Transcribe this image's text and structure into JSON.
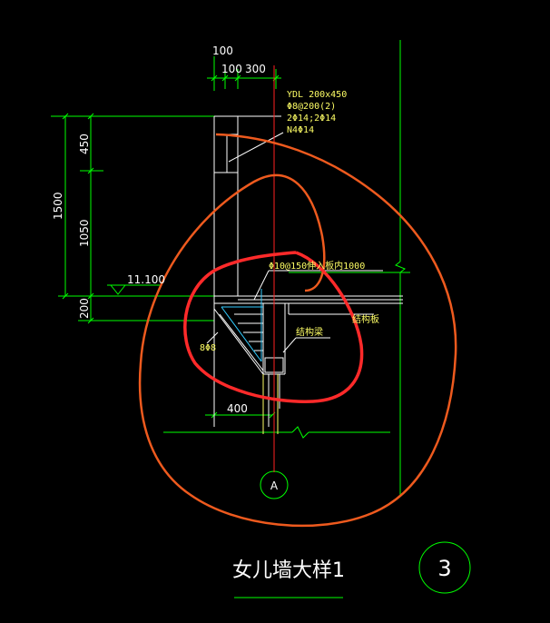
{
  "colors": {
    "background": "#000000",
    "line_white": "#ffffff",
    "line_green": "#00ff00",
    "text_yellow": "#ffff66",
    "text_white": "#ffffff",
    "axis_red": "#ff2222",
    "markup_red": "#ff2a2a",
    "markup_orange": "#ee5a1e",
    "cyan": "#33ccff"
  },
  "dimensions": {
    "top_total": "100",
    "top_a": "100",
    "top_b": "300",
    "left_450": "450",
    "left_1050": "1050",
    "left_1500": "1500",
    "left_200": "200",
    "bottom_400": "400"
  },
  "labels": {
    "ydl_1": "YDL 200x450",
    "ydl_2": "Φ8@200(2)",
    "ydl_3": "2Φ14;2Φ14",
    "ydl_4": "N4Φ14",
    "elevation": "11.100",
    "bar_note": "Φ10@150伸入板内1000",
    "slab": "结构板",
    "beam": "结构梁",
    "side_bar": "8Φ8",
    "axis_bubble": "A",
    "title": "女儿墙大样1",
    "detail_number": "3"
  }
}
